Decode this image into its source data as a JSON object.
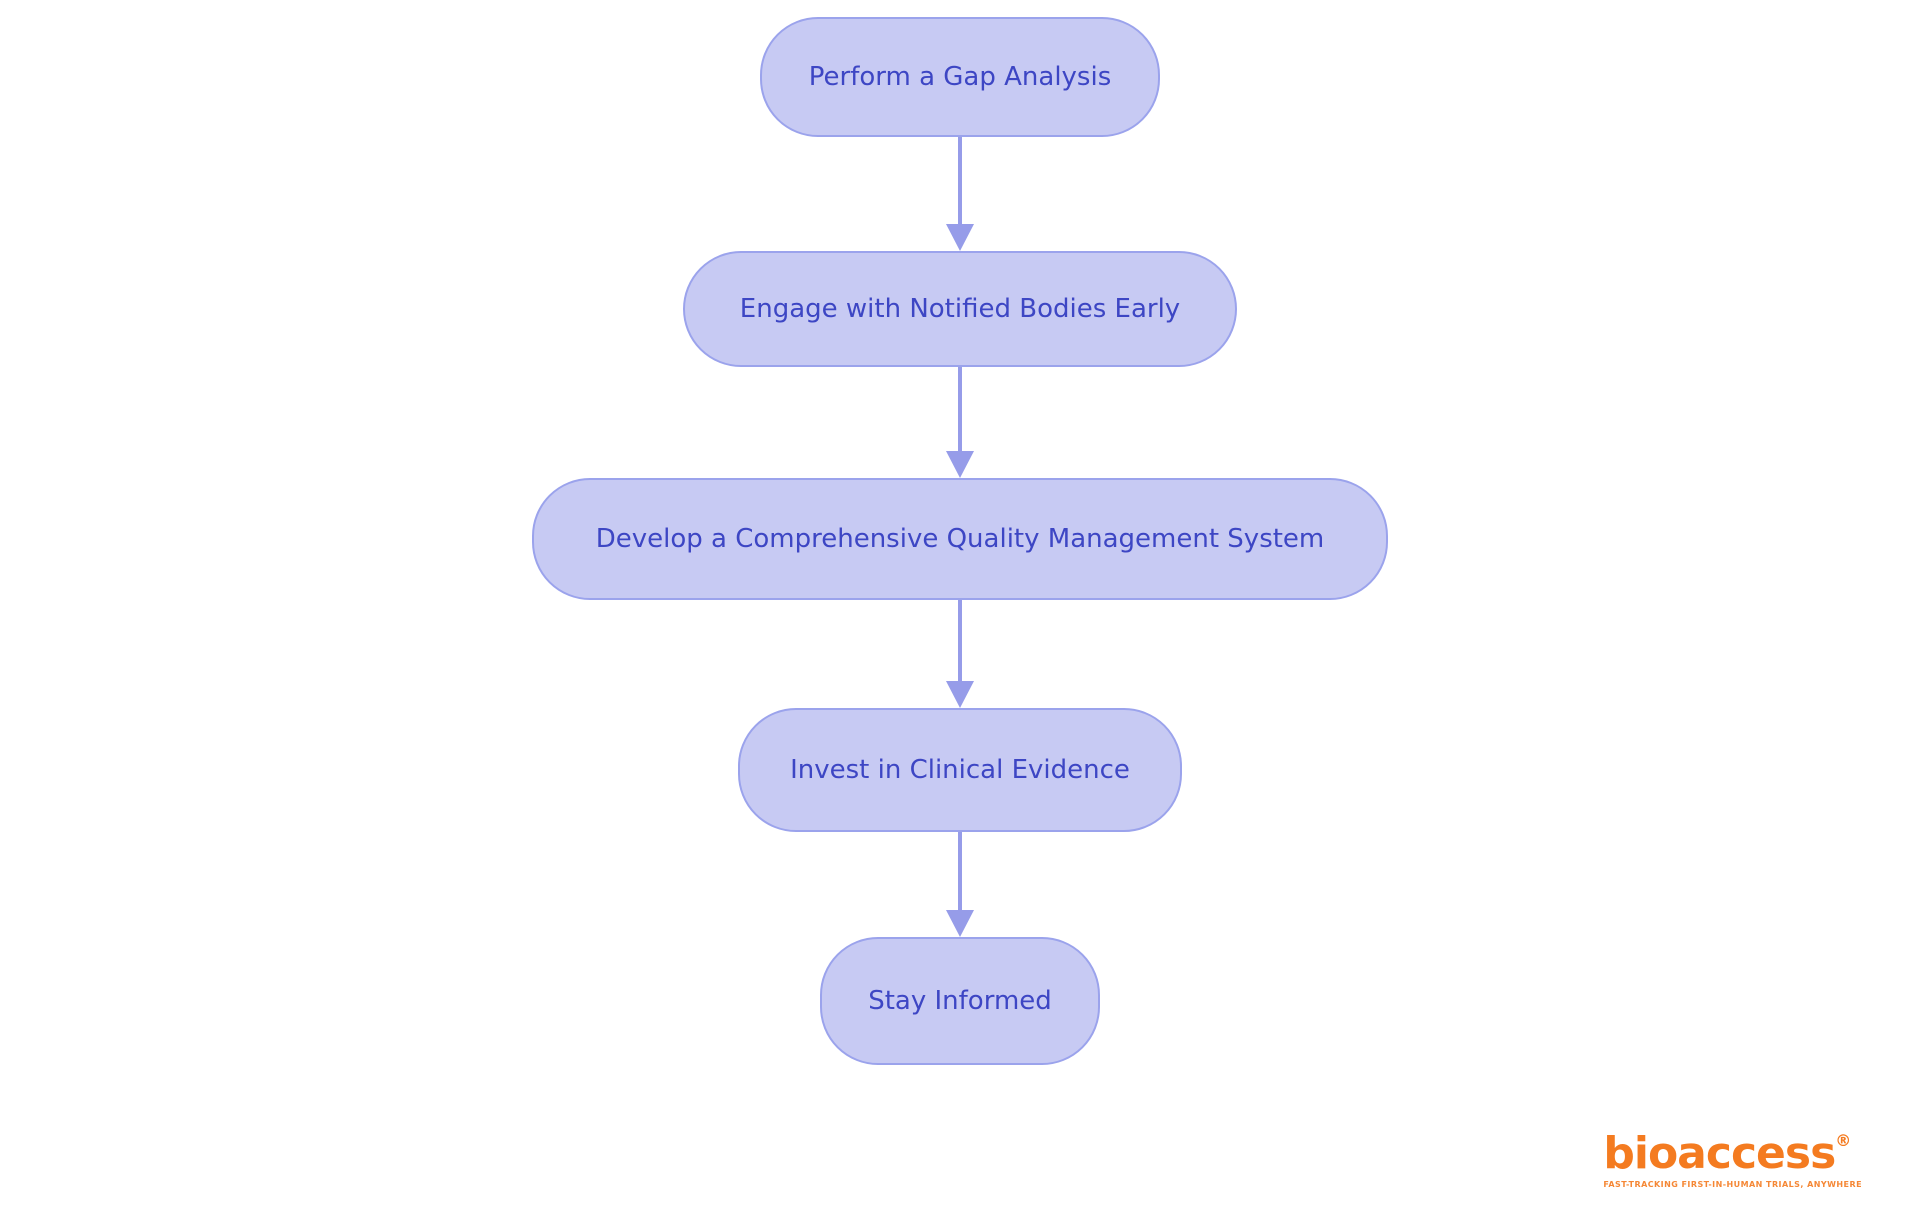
{
  "diagram": {
    "type": "flowchart",
    "direction": "top-down",
    "nodes": [
      {
        "id": "gap-analysis",
        "label": "Perform a Gap Analysis"
      },
      {
        "id": "notified-bodies",
        "label": "Engage with Notified Bodies Early"
      },
      {
        "id": "qms",
        "label": "Develop a Comprehensive Quality Management System"
      },
      {
        "id": "clinical-evidence",
        "label": "Invest in Clinical Evidence"
      },
      {
        "id": "stay-informed",
        "label": "Stay Informed"
      }
    ],
    "edges": [
      {
        "from": "gap-analysis",
        "to": "notified-bodies"
      },
      {
        "from": "notified-bodies",
        "to": "qms"
      },
      {
        "from": "qms",
        "to": "clinical-evidence"
      },
      {
        "from": "clinical-evidence",
        "to": "stay-informed"
      }
    ],
    "colors": {
      "node_fill": "#C7CAF3",
      "node_border": "#9BA3EC",
      "node_text": "#3D46C4",
      "arrow": "#969CE9",
      "background": "#FFFFFF"
    }
  },
  "branding": {
    "logo_text": "bioaccess",
    "registered_mark": "®",
    "tagline": "FAST-TRACKING FIRST-IN-HUMAN TRIALS, ANYWHERE",
    "logo_color": "#F47B20"
  }
}
